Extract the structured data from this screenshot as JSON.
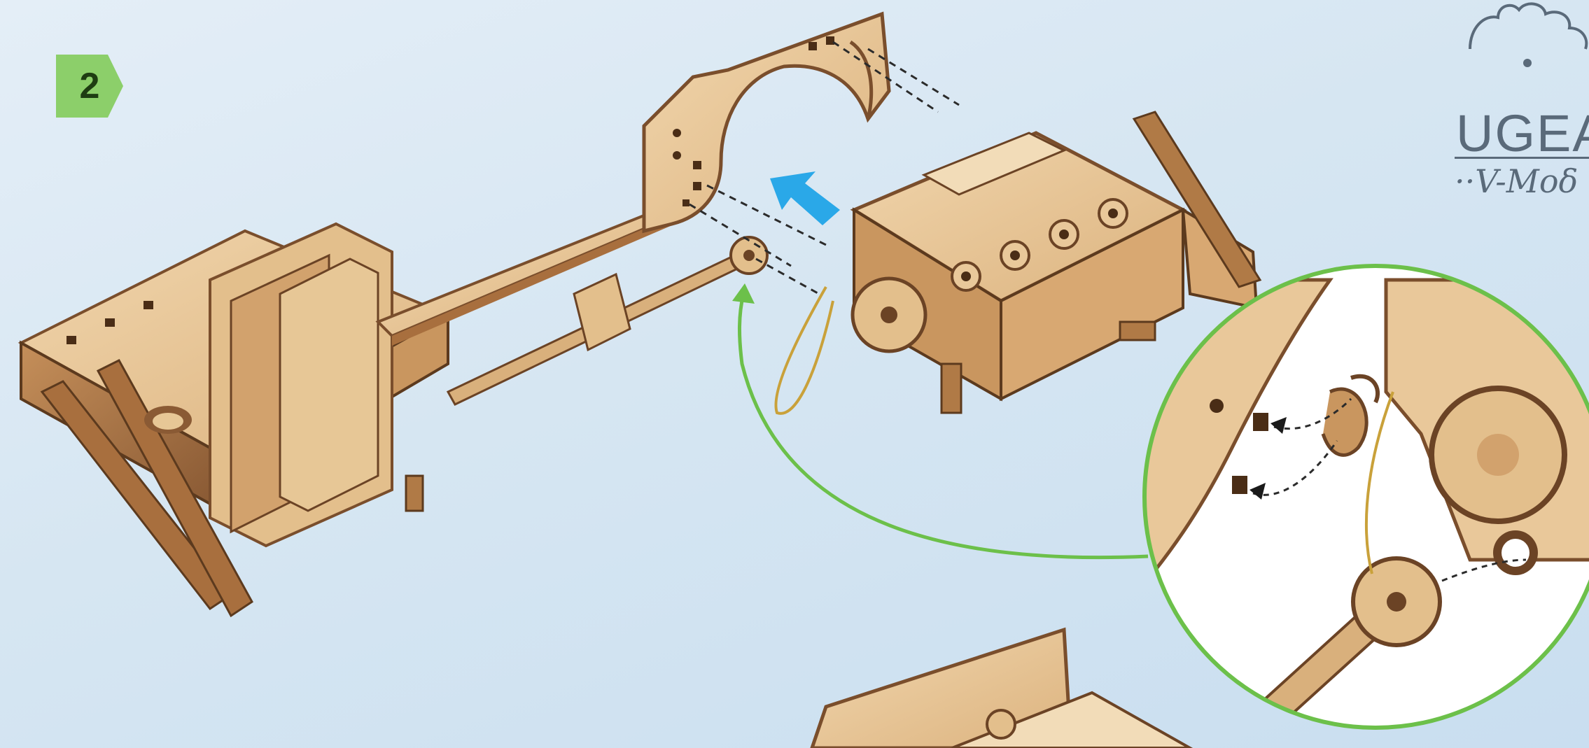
{
  "step": {
    "number": "2"
  },
  "brand": {
    "name": "UGEA",
    "subtitle": "··V-Moδ"
  },
  "colors": {
    "background": "#d6e6f2",
    "wood": "#e9c89a",
    "wood_edge": "#7a4e2c",
    "accent_green": "#6cc04a",
    "arrow_blue": "#2aa8e8",
    "badge_green": "#8ccf6a"
  },
  "icons": [
    "step-badge-icon",
    "ugears-gear-logo-icon",
    "direction-arrow-icon",
    "callout-arrow-icon"
  ]
}
